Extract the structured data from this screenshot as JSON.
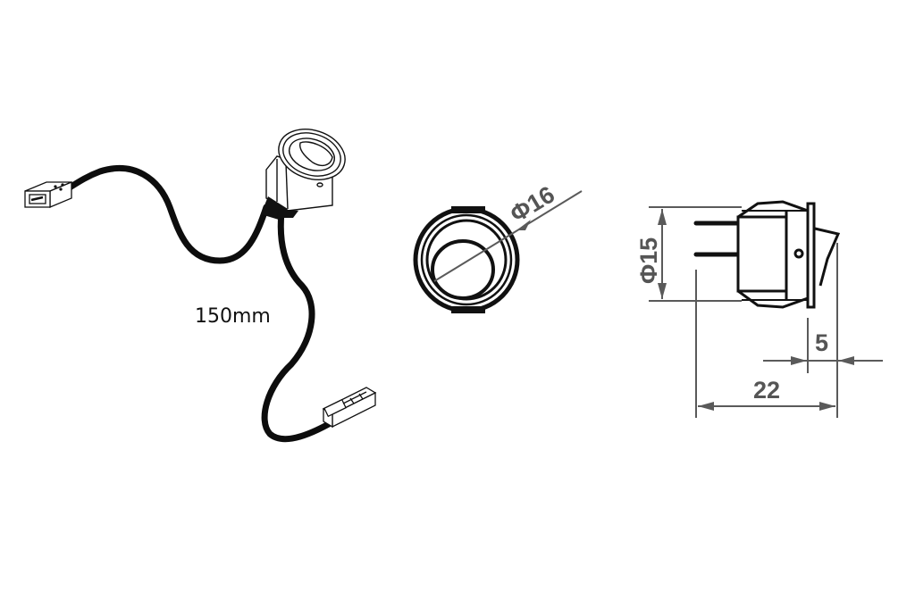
{
  "figure": {
    "description": "Round rocker switch with cable leads and dimension drawings",
    "colors": {
      "background": "#ffffff",
      "line_art": "#111111",
      "dimension_lines": "#5a5a5a",
      "dimension_text": "#555555"
    }
  },
  "assembly_view": {
    "cable_length_label": "150mm",
    "components": [
      "round-rocker-switch",
      "left-connector",
      "right-connector",
      "cable-lead-1",
      "cable-lead-2"
    ]
  },
  "front_view": {
    "diameter_label": "Φ16",
    "diameter_value": 16
  },
  "side_view": {
    "diameter_label": "Φ15",
    "diameter_value": 15,
    "depth_label": "22",
    "depth_value": 22,
    "bezel_label": "5",
    "bezel_value": 5
  }
}
